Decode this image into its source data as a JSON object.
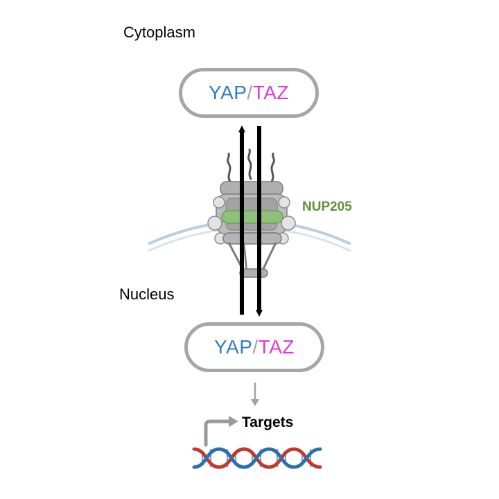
{
  "labels": {
    "cytoplasm": "Cytoplasm",
    "nucleus": "Nucleus",
    "nup": "NUP205",
    "targets": "Targets"
  },
  "complex_top": {
    "yap": "YAP",
    "sep": "/",
    "taz": "TAZ"
  },
  "complex_bottom": {
    "yap": "YAP",
    "sep": "/",
    "taz": "TAZ"
  },
  "colors": {
    "yap": "#2f7ec0",
    "taz": "#e23ad0",
    "nup": "#5f8f3c",
    "outline": "#a6a6a6",
    "membrane": "#b7cee3",
    "dna_red": "#c0392b",
    "dna_blue": "#2a6fb0"
  },
  "icons": [
    "nuclear-pore-icon",
    "transcription-arrow-icon",
    "dna-helix-icon"
  ]
}
